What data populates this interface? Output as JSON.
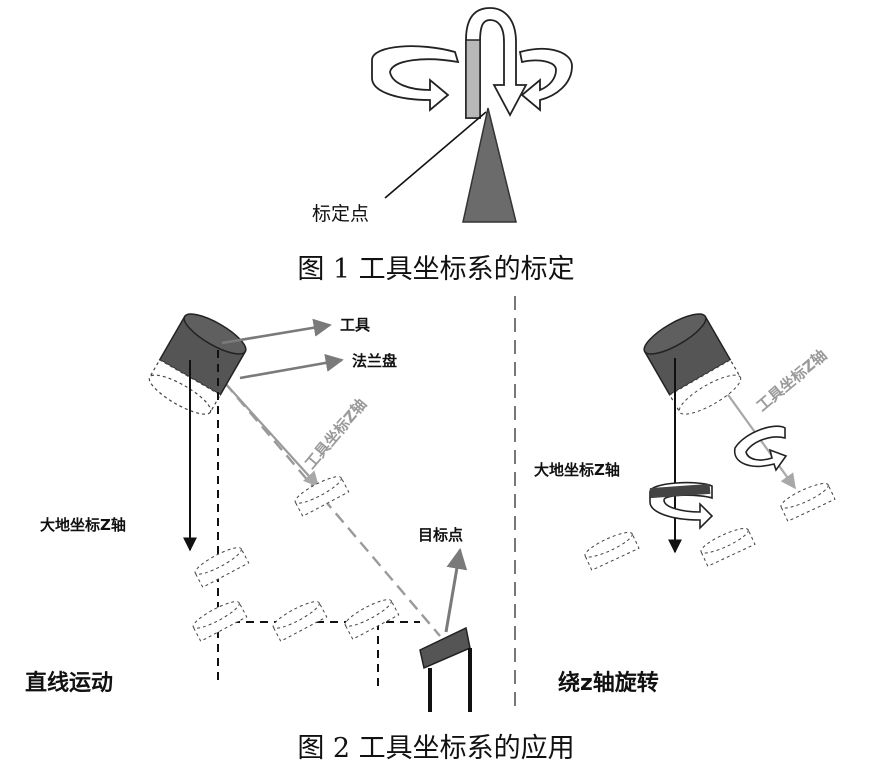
{
  "figure1": {
    "caption": "图 1 工具坐标系的标定",
    "calibration_point_label": "标定点"
  },
  "figure2": {
    "caption": "图 2 工具坐标系的应用",
    "tool_label": "工具",
    "flange_label": "法兰盘",
    "tool_z_axis_label": "工具坐标Z轴",
    "world_z_axis_label": "大地坐标Z轴",
    "target_point_label": "目标点",
    "linear_motion_title": "直线运动",
    "rotate_z_title": "绕z轴旋转",
    "tool_z_axis_label_right": "工具坐标Z轴",
    "world_z_axis_label_right": "大地坐标Z轴"
  }
}
